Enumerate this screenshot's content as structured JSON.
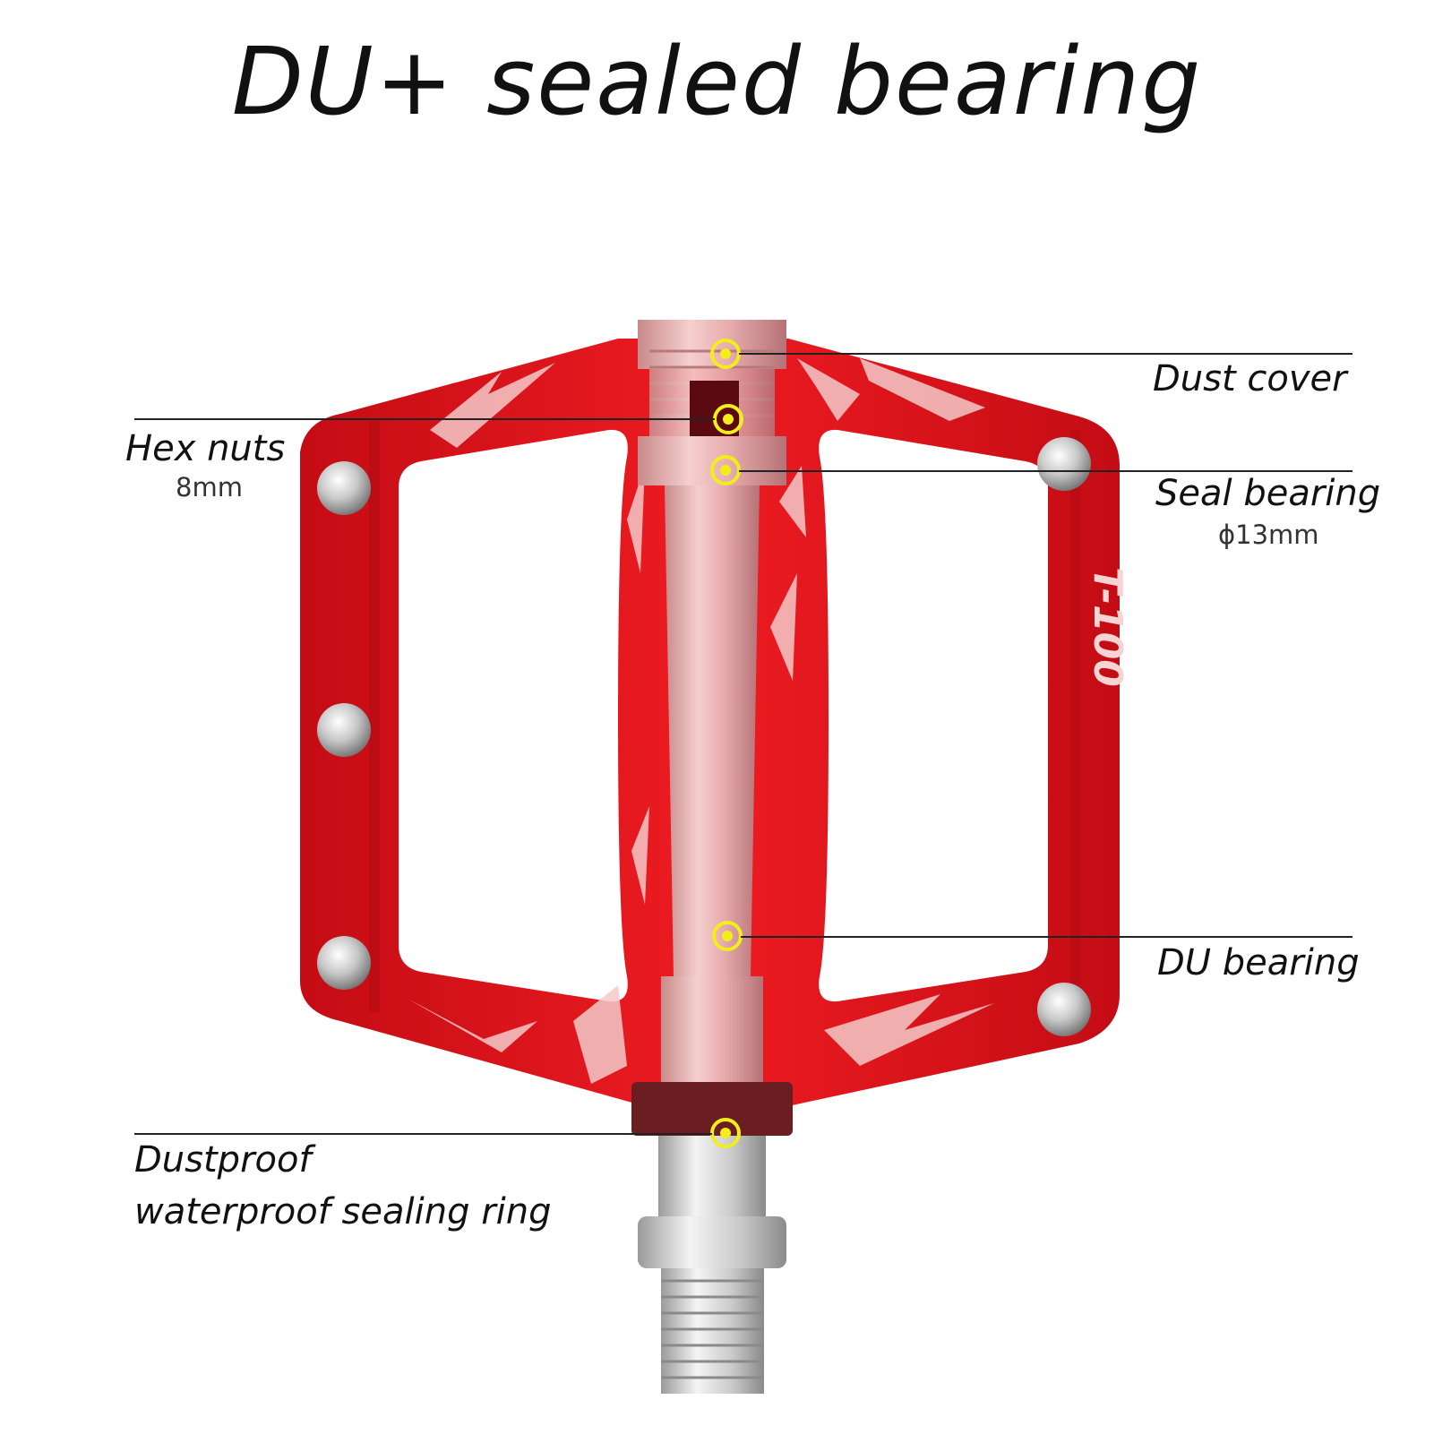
{
  "title": "DU+ sealed bearing",
  "model_mark": "T-100",
  "accent_color": "#e0141c",
  "marker_color": "#f2ee1a",
  "callouts": {
    "dust_cover": {
      "label": "Dust cover"
    },
    "hex_nuts": {
      "label": "Hex nuts",
      "sub": "8mm"
    },
    "seal_bearing": {
      "label": "Seal bearing",
      "sub": "ϕ13mm"
    },
    "du_bearing": {
      "label": "DU bearing"
    },
    "sealing_ring": {
      "label_line1": "Dustproof",
      "label_line2": "waterproof sealing ring"
    }
  }
}
